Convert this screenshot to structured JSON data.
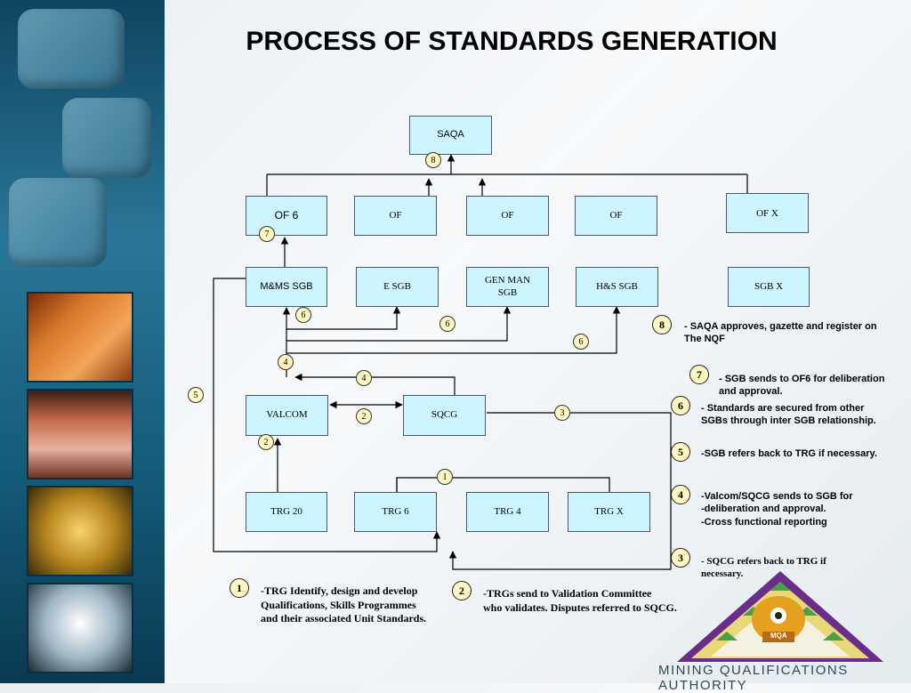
{
  "title": "PROCESS OF STANDARDS GENERATION",
  "nodes": {
    "saqa": "SAQA",
    "of6": "OF  6",
    "of_a": "OF",
    "of_b": "OF",
    "of_c": "OF",
    "ofx": "OF X",
    "mms_sgb": "M&MS SGB",
    "e_sgb": "E SGB",
    "genman_sgb": "GEN MAN\nSGB",
    "hs_sgb": "H&S SGB",
    "sgb_x": "SGB X",
    "valcom": "VALCOM",
    "sqcg": "SQCG",
    "trg20": "TRG 20",
    "trg6": "TRG 6",
    "trg4": "TRG 4",
    "trgx": "TRG X"
  },
  "step_badges": {
    "b8": "8",
    "b7": "7",
    "b6a": "6",
    "b6b": "6",
    "b6c": "6",
    "b4a": "4",
    "b4b": "4",
    "b5": "5",
    "b2a": "2",
    "b2b": "2",
    "b3": "3",
    "b1": "1"
  },
  "notes": {
    "n8": {
      "num": "8",
      "text": "- SAQA approves, gazette and   register on\nThe NQF"
    },
    "n7": {
      "num": "7",
      "text": "- SGB sends to OF6 for deliberation\n   and approval."
    },
    "n6": {
      "num": "6",
      "text": "- Standards are secured from other\n   SGBs through inter SGB relationship."
    },
    "n5": {
      "num": "5",
      "text": "-SGB refers back to TRG if   necessary."
    },
    "n4": {
      "num": "4",
      "text": "-Valcom/SQCG sends to SGB for\n-deliberation and approval.\n-Cross functional reporting"
    },
    "n3": {
      "num": "3",
      "text": "- SQCG refers back to TRG if\n   necessary."
    },
    "n1": {
      "num": "1",
      "text": "-TRG Identify, design and develop\n   Qualifications, Skills Programmes\n   and their associated Unit Standards."
    },
    "n2": {
      "num": "2",
      "text": "-TRGs send to Validation Committee\n   who validates.  Disputes referred to SQCG."
    }
  },
  "logo": {
    "text": "MINING QUALIFICATIONS AUTHORITY",
    "badge": "MQA"
  }
}
